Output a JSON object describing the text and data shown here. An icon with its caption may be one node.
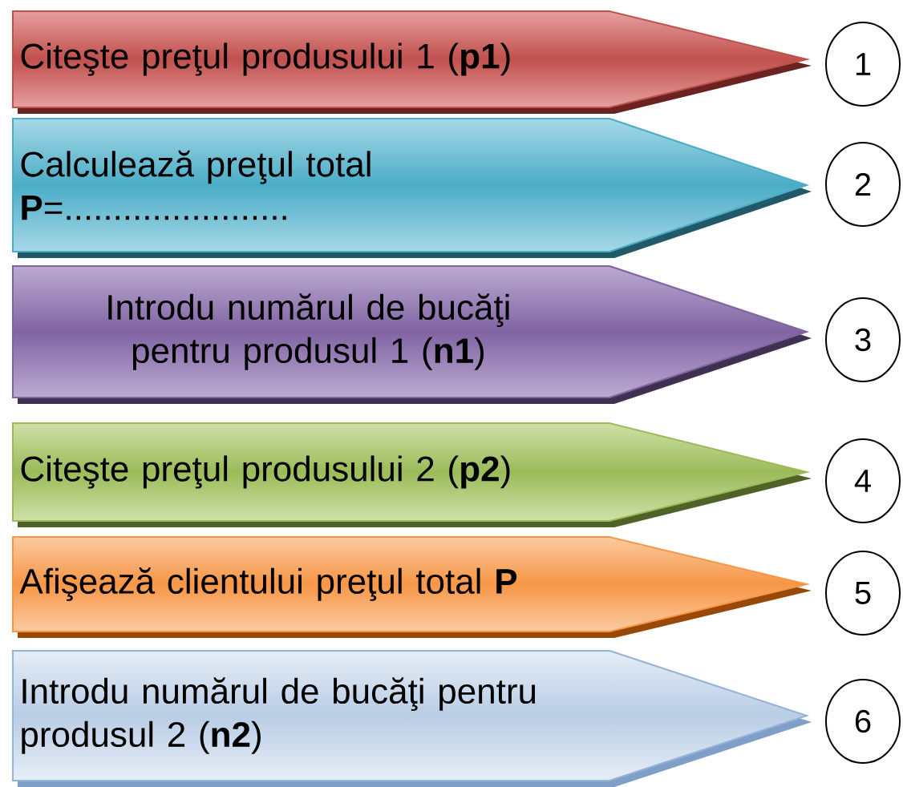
{
  "diagram": {
    "nodes": [
      {
        "text": [
          "Citeşte preţul produsului 1 (**p1**)"
        ]
      },
      {
        "text": [
          "1"
        ]
      },
      {
        "text": [
          "Calculează preţul total **P**=......................."
        ]
      },
      {
        "text": [
          "2"
        ]
      },
      {
        "text": [
          "Introdu numărul de bucăţi pentru produsul 1 (**n1**)"
        ]
      },
      {
        "text": [
          "3"
        ]
      },
      {
        "text": [
          "Citeşte preţul produsului 2 (**p2**)"
        ]
      },
      {
        "text": [
          "4"
        ]
      },
      {
        "text": [
          "Afişează clientului preţul total **P**"
        ]
      },
      {
        "text": [
          "5"
        ]
      },
      {
        "text": [
          "Introdu numărul de bucăţi pentru produsul 2 (**n2**)"
        ]
      },
      {
        "text": [
          "6"
        ]
      }
    ]
  }
}
